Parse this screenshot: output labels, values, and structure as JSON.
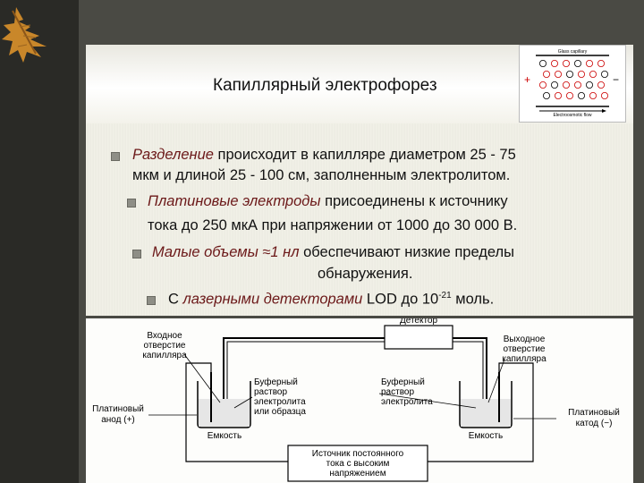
{
  "title": "Капиллярный электрофорез",
  "bullets": [
    {
      "line1": [
        {
          "text": "Разделение",
          "italic": true
        },
        {
          "text": " происходит в   капилляре диаметром 25 - 75",
          "italic": false
        }
      ],
      "line2": "мкм и длиной 25 - 100 см, заполненным     электролитом."
    },
    {
      "line1": [
        {
          "text": "Платиновые электроды",
          "italic": true
        },
        {
          "text": "   присоединены к источнику",
          "italic": false
        }
      ],
      "line2": "тока до 250 мкА при напряжении от 1000 до 30 000 В."
    },
    {
      "line1": [
        {
          "text": "Малые объемы ≈1 нл",
          "italic": true
        },
        {
          "text": " обеспечивают низкие пределы",
          "italic": false
        }
      ],
      "line2": "обнаружения."
    },
    {
      "line1": [
        {
          "text": "С ",
          "italic": false
        },
        {
          "text": "лазерными детекторами",
          "italic": true
        },
        {
          "text": " LOD   до 10",
          "italic": false
        }
      ],
      "sup": "-21",
      "tail": " моль."
    }
  ],
  "capillary": {
    "top_label": "Glass capillary",
    "bottom_label": "Electroosmotic flow",
    "plus": "+",
    "minus": "−"
  },
  "diagram": {
    "detector": "Детектор",
    "inlet": [
      "Входное",
      "отверстие",
      "капилляра"
    ],
    "outlet": [
      "Выходное",
      "отверстие",
      "капилляра"
    ],
    "buffer_left": [
      "Буферный",
      "раствор",
      "электролита",
      "или образца"
    ],
    "buffer_right": [
      "Буферный",
      "раствор",
      "электролита"
    ],
    "anode": [
      "Платиновый",
      "анод (+)"
    ],
    "cathode": [
      "Платиновый",
      "катод (−)"
    ],
    "vessel_left": "Емкость",
    "vessel_right": "Емкость",
    "power": [
      "Источник постоянного",
      "тока с высоким",
      "напряжением"
    ]
  },
  "colors": {
    "italic_text": "#6b1818",
    "leaf": "#c9872a",
    "background": "#55554d"
  }
}
